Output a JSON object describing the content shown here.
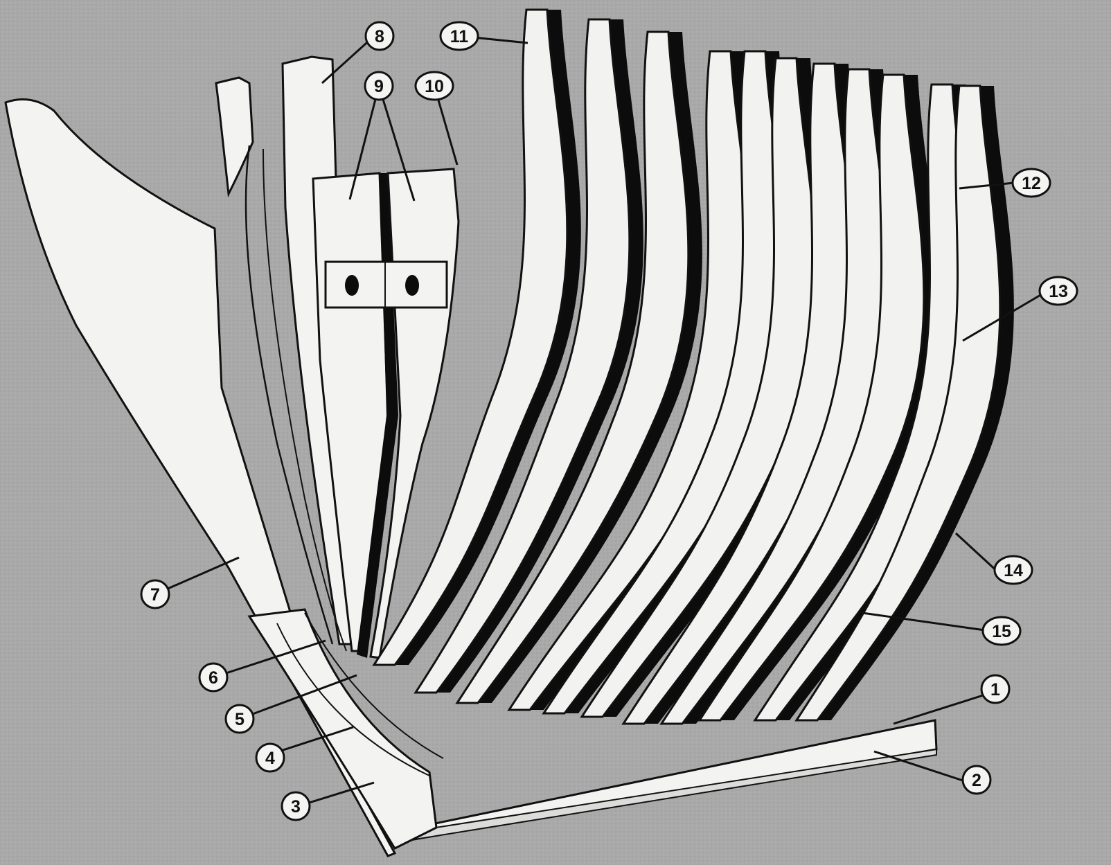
{
  "diagram": {
    "callouts": [
      {
        "id": "1",
        "text": "1"
      },
      {
        "id": "2",
        "text": "2"
      },
      {
        "id": "3",
        "text": "3"
      },
      {
        "id": "4",
        "text": "4"
      },
      {
        "id": "5",
        "text": "5"
      },
      {
        "id": "6",
        "text": "6"
      },
      {
        "id": "7",
        "text": "7"
      },
      {
        "id": "8",
        "text": "8"
      },
      {
        "id": "9",
        "text": "9"
      },
      {
        "id": "10",
        "text": "10"
      },
      {
        "id": "11",
        "text": "11"
      },
      {
        "id": "12",
        "text": "12"
      },
      {
        "id": "13",
        "text": "13"
      },
      {
        "id": "14",
        "text": "14"
      },
      {
        "id": "15",
        "text": "15"
      }
    ],
    "colors": {
      "background": "#a9a9a9",
      "timber": "#f2f2f0",
      "outline": "#111111",
      "gap": "#0c0c0c",
      "callout_fill": "#f4f4f2"
    },
    "icons": [
      "frame-member-icon",
      "callout-circle-icon",
      "bolt-hole-icon"
    ]
  }
}
